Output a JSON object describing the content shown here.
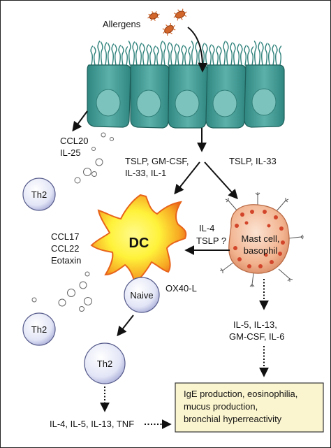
{
  "labels": {
    "allergens": "Allergens",
    "ccl20": "CCL20",
    "il25": "IL-25",
    "tslp_gmcsf": "TSLP,  GM-CSF,",
    "il33_il1": "IL-33, IL-1",
    "tslp_il33": "TSLP, IL-33",
    "il4": "IL-4",
    "tslp_q": "TSLP ?",
    "ccl17": "CCL17",
    "ccl22": "CCL22",
    "eotaxin": "Eotaxin",
    "ox40l": "OX40-L",
    "mast_il5_il13": "IL-5, IL-13,",
    "mast_gmcsf_il6": "GM-CSF, IL-6",
    "th2_out": "IL-4, IL-5, IL-13, TNF"
  },
  "cells": {
    "th2": "Th2",
    "dc": "DC",
    "naive": "Naive",
    "mast_line1": "Mast cell,",
    "mast_line2": "basophil"
  },
  "outcome": {
    "line1": "IgE production, eosinophilia,",
    "line2": "mucus production,",
    "line3": "bronchial hyperreactivity"
  },
  "colors": {
    "epithelium": "#3e9a93",
    "cilia": "#2a7f78",
    "nucleus": "#7cc3bd",
    "allergen": "#d3662b",
    "th2_cell": "#e6e9f7",
    "dc_outer": "#f07b1c",
    "dc_inner": "#fff23a",
    "mast_cell": "#f2b38f",
    "granule": "#d2452b",
    "outcome_box": "#fbf5cf"
  }
}
